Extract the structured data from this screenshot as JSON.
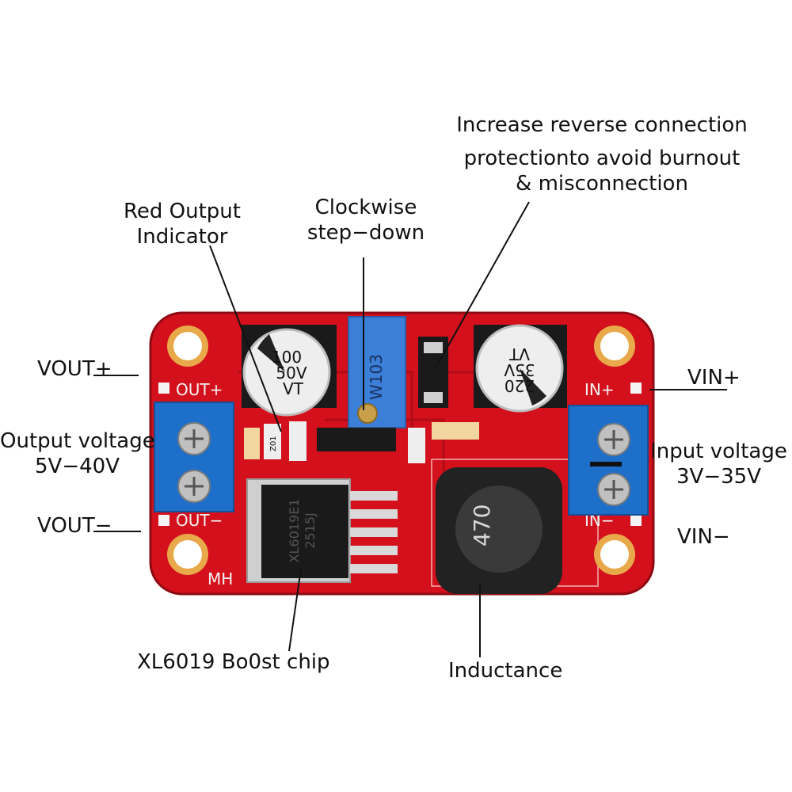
{
  "labels": {
    "reverse_protection": [
      "Increase reverse connection",
      "protectionto avoid burnout",
      "& misconnection"
    ],
    "red_output": [
      "Red Output",
      "Indicator"
    ],
    "clockwise": [
      "Clockwise",
      "step−down"
    ],
    "vout_plus": "VOUT+",
    "vin_plus": "VIN+",
    "output_voltage": [
      "Output voltage",
      "5V−40V"
    ],
    "input_voltage": [
      "Input voltage",
      "3V−35V"
    ],
    "vout_minus": "VOUT−",
    "vin_minus": "VIN−",
    "chip": "XL6019 Bo0st chip",
    "inductance": "Inductance"
  },
  "board": {
    "silk_out_plus": "OUT+",
    "silk_out_minus": "OUT−",
    "silk_in_plus": "IN+",
    "silk_in_minus": "IN−",
    "silk_mh": "MH",
    "cap_left": [
      "100",
      "50V",
      "VT"
    ],
    "cap_right": [
      "220",
      "35V",
      "VT"
    ],
    "pot": "W103",
    "chip_marking": [
      "XL6019E1",
      "2515J"
    ],
    "inductor_marking": "470",
    "led_marking": "Z01",
    "diode_marking": "",
    "colors": {
      "pcb": "#d4101c",
      "terminal": "#1e6fc9",
      "pot": "#3b7fd8",
      "capacitor": "#f0f0f0"
    }
  }
}
